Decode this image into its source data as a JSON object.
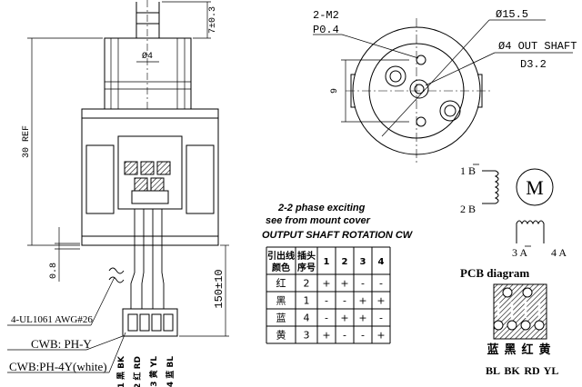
{
  "side_view": {
    "dim_top": "7±0.3",
    "dim_shaft": "Ø4",
    "dim_height": "30 REF",
    "dim_gap": "0.8",
    "dim_lead": "150±10",
    "wire_spec": "4-UL1061 AWG#26",
    "connector_1": "CWB: PH-Y",
    "connector_2": "CWB:PH-4Y(white)",
    "wire_labels": [
      "1 黑 BK",
      "2 红 RD",
      "3 黄 YL",
      "4 蓝 BL"
    ]
  },
  "front_view": {
    "holes": "2-M2",
    "hole_pitch": "P0.4",
    "diameter": "Ø15.5",
    "shaft": "Ø4 OUT SHAFT",
    "shaft_cut": "D3.2",
    "dim_9": "9"
  },
  "excitation": {
    "line1": "2-2 phase exciting",
    "line2": "see from mount cover",
    "line3": "OUTPUT SHAFT ROTATION CW"
  },
  "table": {
    "header_color": "引出线颜色",
    "header_pin": "插头序号",
    "steps": [
      "1",
      "2",
      "3",
      "4"
    ],
    "rows": [
      {
        "color": "红",
        "pin": "2",
        "s": [
          "+",
          "+",
          "-",
          "-"
        ]
      },
      {
        "color": "黑",
        "pin": "1",
        "s": [
          "-",
          "-",
          "+",
          "+"
        ]
      },
      {
        "color": "蓝",
        "pin": "4",
        "s": [
          "-",
          "+",
          "+",
          "-"
        ]
      },
      {
        "color": "黄",
        "pin": "3",
        "s": [
          "+",
          "-",
          "-",
          "+"
        ]
      }
    ]
  },
  "schematic": {
    "motor": "M",
    "t1": "1 B",
    "t2": "2 B",
    "t3": "3 A",
    "t4": "4 A"
  },
  "pcb": {
    "title": "PCB diagram",
    "cn_labels": [
      "蓝",
      "黑",
      "红",
      "黄"
    ],
    "en_labels": [
      "BL",
      "BK",
      "RD",
      "YL"
    ]
  }
}
